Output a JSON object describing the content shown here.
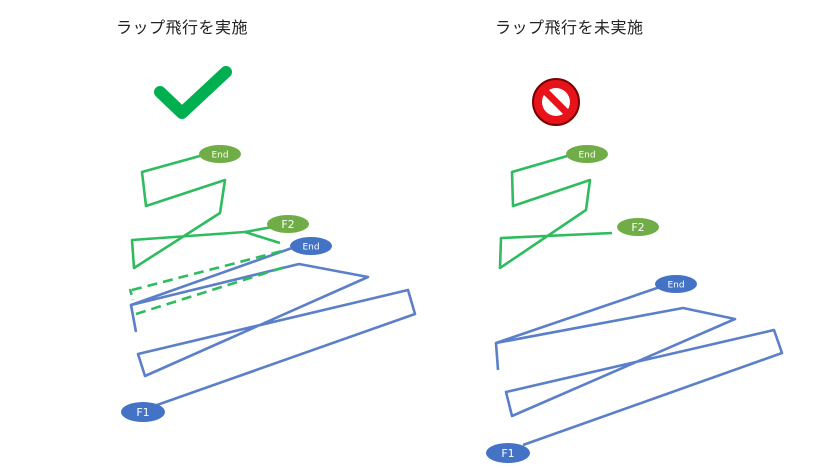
{
  "panels": {
    "left": {
      "title": "ラップ飛行を実施"
    },
    "right": {
      "title": "ラップ飛行を未実施"
    }
  },
  "labels": {
    "f1": "F1",
    "f2": "F2",
    "end": "End"
  },
  "icons": {
    "left": "check-mark-icon",
    "right": "prohibited-icon"
  },
  "colors": {
    "green": "#2ebc5f",
    "blue": "#5b7fc9",
    "f1_fill": "#4472c4",
    "end_blue_fill": "#4472c4",
    "green_fill": "#70ad47",
    "prohibit_red": "#e8121b",
    "check_green": "#00b050"
  }
}
